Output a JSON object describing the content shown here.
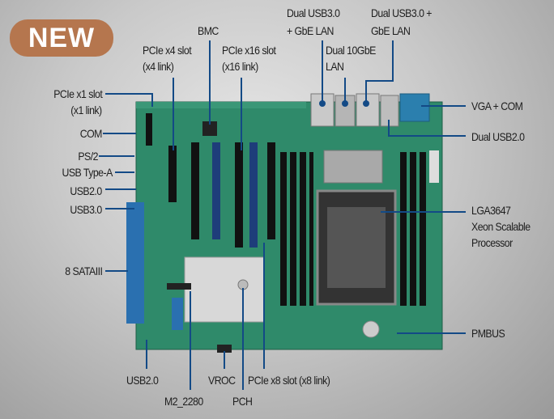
{
  "badge": "NEW",
  "labels": {
    "bmc": "BMC",
    "pcie_x4": [
      "PCIe x4 slot",
      "(x4 link)"
    ],
    "pcie_x16": [
      "PCIe x16 slot",
      "(x16 link)"
    ],
    "dual_usb30_lan_a": [
      "Dual USB3.0",
      "+ GbE LAN"
    ],
    "dual_usb30_lan_b": [
      "Dual USB3.0 +",
      "GbE LAN"
    ],
    "dual_10gbe": [
      "Dual 10GbE",
      "LAN"
    ],
    "pcie_x1": [
      "PCIe x1 slot",
      "(x1 link)"
    ],
    "com": "COM",
    "ps2": "PS/2",
    "usb_type_a": "USB Type-A",
    "usb20_left": "USB2.0",
    "usb30_left": "USB3.0",
    "sata": "8 SATAIII",
    "vga_com": "VGA + COM",
    "dual_usb20": "Dual USB2.0",
    "cpu": [
      "LGA3647",
      "Xeon Scalable",
      "Processor"
    ],
    "pmbus": "PMBUS",
    "usb20_bottom": "USB2.0",
    "m2": "M2_2280",
    "vroc": "VROC",
    "pch": "PCH",
    "pcie_x8": "PCIe x8 slot (x8 link)"
  },
  "colors": {
    "leader": "#134a86",
    "board": "#2f8a6a",
    "badge": "#b5764e"
  }
}
